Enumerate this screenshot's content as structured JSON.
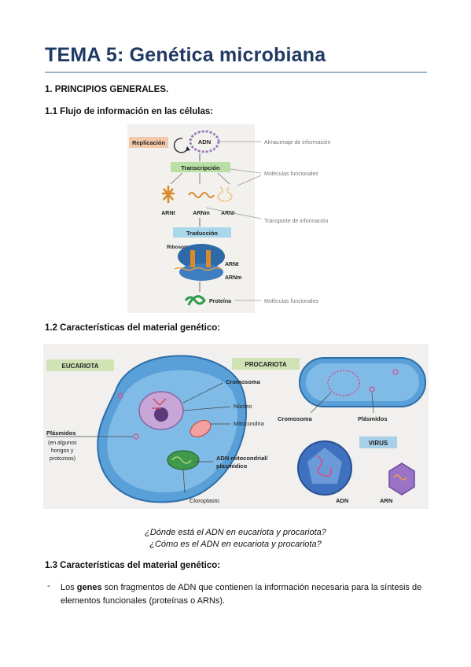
{
  "doc": {
    "title": "TEMA 5: Genética microbiana",
    "section1": "1. PRINCIPIOS GENERALES.",
    "section1_1": "1.1 Flujo de información en las células:",
    "section1_2": "1.2 Características del material genético:",
    "section1_3": "1.3 Características del material genético:",
    "question1": "¿Dónde está el ADN en eucariota y procariota?",
    "question2": "¿Cómo es el ADN en eucariota y procariota?",
    "bullet_mark": "-",
    "bullet_pre": "Los ",
    "bullet_bold": "genes",
    "bullet_post": " son fragmentos de ADN que contienen la información necesaria para la síntesis de elementos funcionales (proteínas o ARNs)."
  },
  "figure1": {
    "replicacion": "Replicación",
    "adn": "ADN",
    "almacenaje": "Almacenaje de información",
    "transcripcion": "Transcripción",
    "moleculas1": "Moléculas funcionales",
    "arnt": "ARNt",
    "arnm": "ARNm",
    "arnr": "ARNr",
    "transporte": "Transporte de información",
    "traduccion": "Traducción",
    "ribosoma": "Ribosoma",
    "arnt2": "ARNt",
    "arnm2": "ARNm",
    "proteina": "Proteína",
    "moleculas2": "Moléculas funcionales"
  },
  "figure2": {
    "eucariota": "EUCARIOTA",
    "procariota": "PROCARIOTA",
    "cromosoma": "Cromosoma",
    "nucleo": "Núcleo",
    "mitocondria": "Mitocondria",
    "plasmidos_euk_1": "Plásmidos",
    "plasmidos_euk_2": "(en algunos",
    "plasmidos_euk_3": "hongos y",
    "plasmidos_euk_4": "protozoos)",
    "adn_mito_1": "ADN mitocondrial/",
    "adn_mito_2": "plasmídico",
    "cloroplasto": "Cloroplasto",
    "cromosoma_pro": "Cromosoma",
    "plasmidos_pro": "Plásmidos",
    "virus": "VIRUS",
    "adn": "ADN",
    "arn": "ARN"
  }
}
